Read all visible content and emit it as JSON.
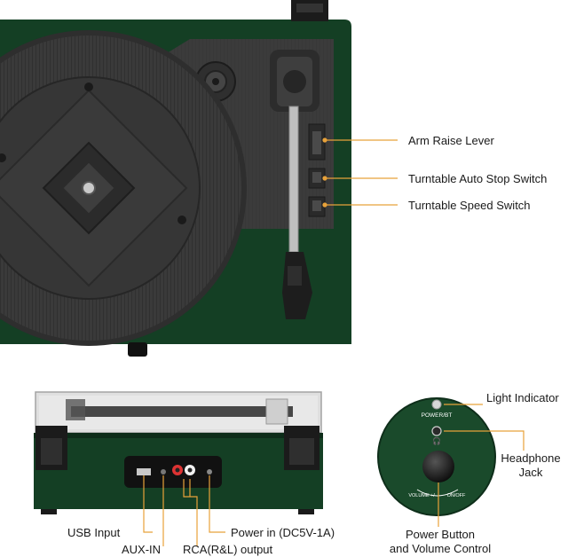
{
  "labels": {
    "arm_raise_lever": "Arm Raise Lever",
    "auto_stop_switch": "Turntable Auto Stop Switch",
    "speed_switch": "Turntable Speed Switch",
    "light_indicator": "Light Indicator",
    "headphone_jack": "Headphone\nJack",
    "usb_input": "USB Input",
    "aux_in": "AUX-IN",
    "rca_output": "RCA(R&L) output",
    "power_in": "Power in (DC5V-1A)",
    "power_button": "Power Button\nand Volume Control"
  },
  "device_text": {
    "power_bt": "POWER/BT",
    "volume": "VOLUME +/-",
    "on_off": "ON/OFF"
  },
  "colors": {
    "case_green": "#123d22",
    "case_green_light": "#1c5232",
    "platter_dark": "#2d2d2d",
    "platter_mid": "#3c3c3c",
    "callout_orange": "#e8a23a"
  }
}
